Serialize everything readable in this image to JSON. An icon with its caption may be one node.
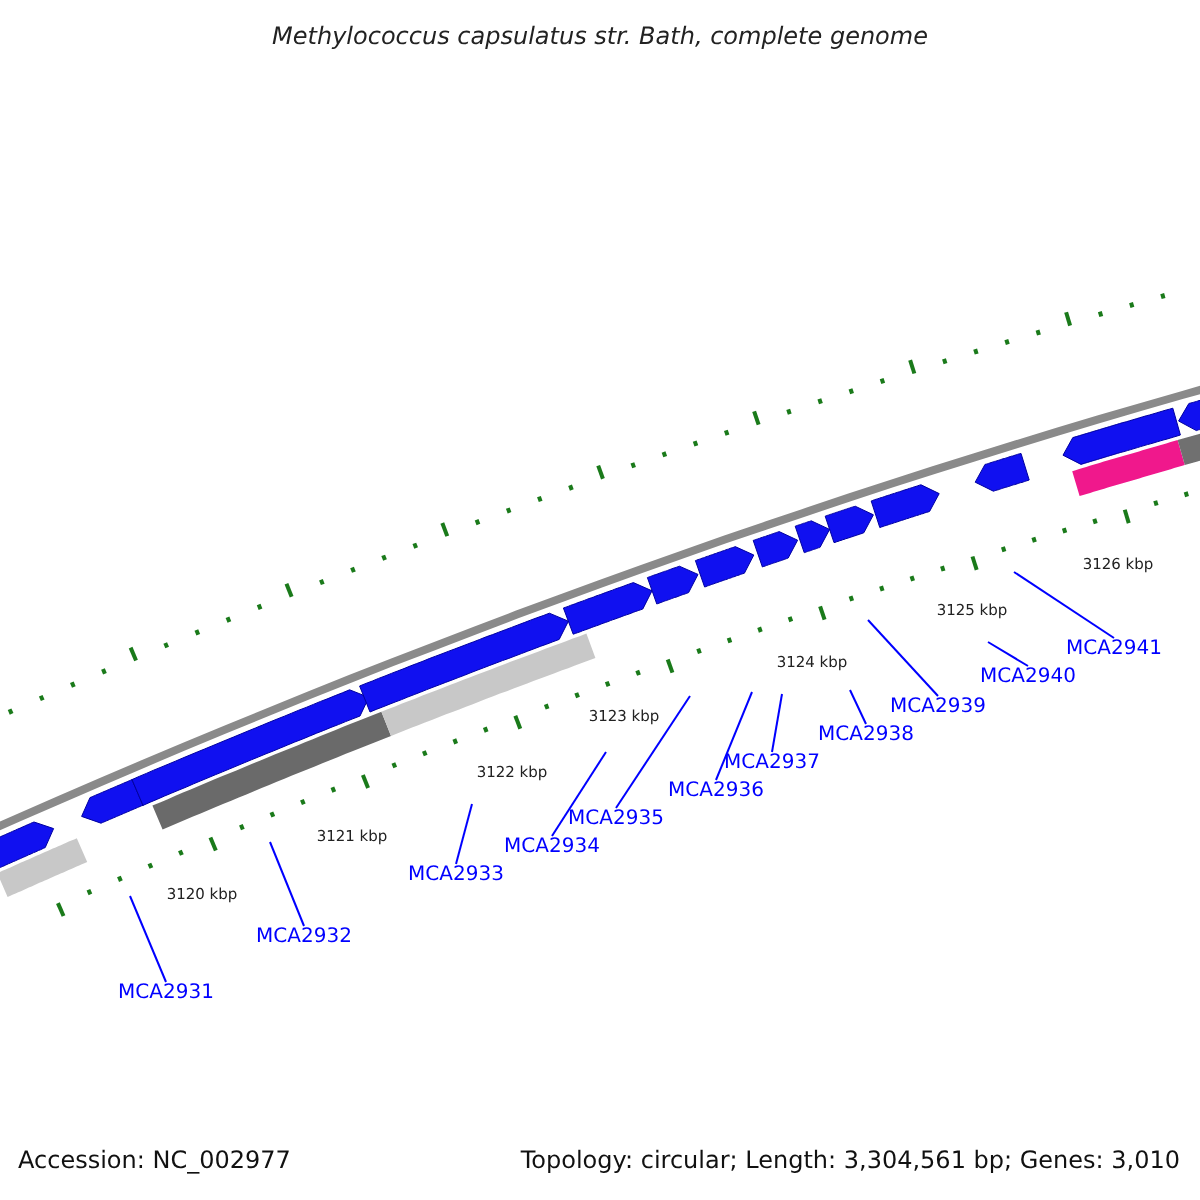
{
  "diagram": {
    "title": "Methylococcus capsulatus str. Bath, complete genome",
    "nodes": [
      {
        "text": [
          "MCA2931"
        ]
      },
      {
        "text": [
          "MCA2932"
        ]
      },
      {
        "text": [
          "MCA2933"
        ]
      },
      {
        "text": [
          "MCA2934"
        ]
      },
      {
        "text": [
          "MCA2935"
        ]
      },
      {
        "text": [
          "MCA2936"
        ]
      },
      {
        "text": [
          "MCA2937"
        ]
      },
      {
        "text": [
          "MCA2938"
        ]
      },
      {
        "text": [
          "MCA2939"
        ]
      },
      {
        "text": [
          "MCA2940"
        ]
      },
      {
        "text": [
          "MCA2941"
        ]
      }
    ],
    "edges": [
      {
        "from": 0,
        "to": null,
        "arrow": "none"
      },
      {
        "from": 1,
        "to": null,
        "arrow": "none"
      },
      {
        "from": 2,
        "to": null,
        "arrow": "none"
      },
      {
        "from": 3,
        "to": null,
        "arrow": "none"
      },
      {
        "from": 4,
        "to": null,
        "arrow": "none"
      },
      {
        "from": 5,
        "to": null,
        "arrow": "none"
      },
      {
        "from": 6,
        "to": null,
        "arrow": "none"
      },
      {
        "from": 7,
        "to": null,
        "arrow": "none"
      },
      {
        "from": 8,
        "to": null,
        "arrow": "none"
      },
      {
        "from": 9,
        "to": null,
        "arrow": "none"
      },
      {
        "from": 10,
        "to": null,
        "arrow": "none"
      }
    ],
    "labels": [
      "3120 kbp",
      "3121 kbp",
      "3122 kbp",
      "3123 kbp",
      "3124 kbp",
      "3125 kbp",
      "3126 kbp",
      "Accession: NC_002977",
      "Topology: circular; Length: 3,304,561 bp; Genes: 3,010"
    ]
  }
}
